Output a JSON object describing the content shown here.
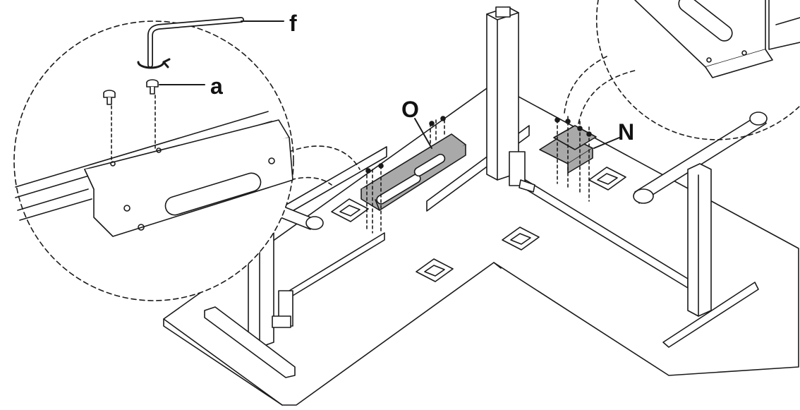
{
  "labels": {
    "f": "f",
    "a": "a",
    "O": "O",
    "N": "N"
  },
  "colors": {
    "line": "#1a1a1a",
    "bracket_fill": "#a9a9a9",
    "background": "#ffffff"
  },
  "icons": [
    "allen-key-icon",
    "rotation-arrow-icon",
    "screw-icon"
  ]
}
